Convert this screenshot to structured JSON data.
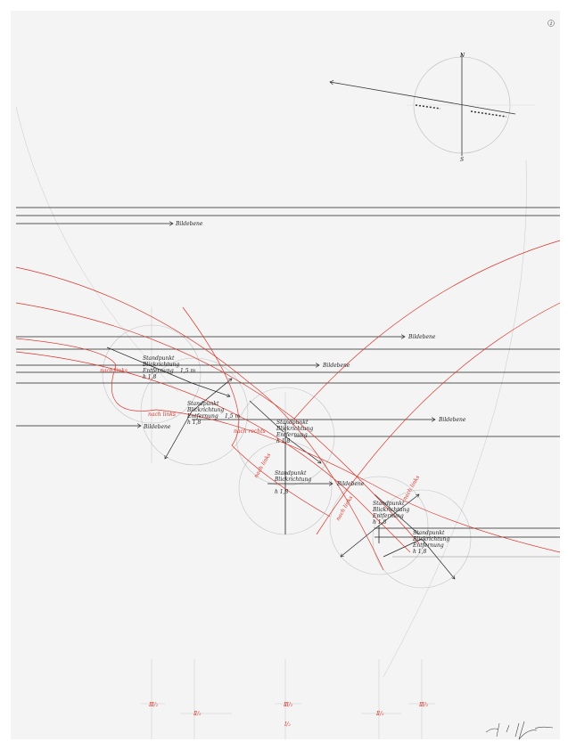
{
  "page_number": "1",
  "compass": {
    "north": "N",
    "south": "S"
  },
  "labels": {
    "picture_plane": "Bildebene",
    "standpoint": "Standpunkt",
    "view_direction": "Blickrichtung",
    "distance": "Entfernung",
    "distance_value": "1,5 m",
    "eye_height": "h 1,8",
    "bend": "nach links",
    "bend_right": "nach rechts"
  },
  "bottom_marks": [
    "Ⅲ/₂",
    "Ⅱ/₂",
    "Ⅲ/₂",
    "Ⅰ/₂",
    "Ⅱ/₂",
    "Ⅲ/₂"
  ],
  "signature": "signature",
  "colors": {
    "ink": "#222222",
    "red": "#d9352b",
    "guide": "#b8b8b8",
    "paper": "#f4f4f4"
  }
}
